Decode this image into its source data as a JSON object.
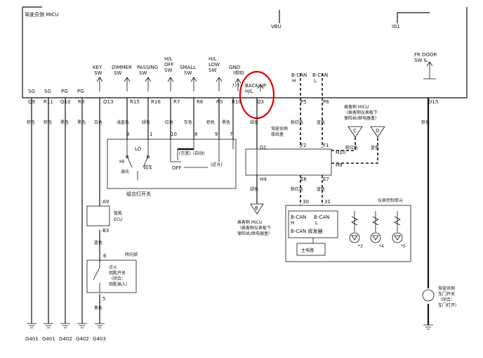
{
  "header": {
    "title": "驾驶员侧 MICU",
    "vbu": "VBU",
    "ig1": "IG1"
  },
  "switches": {
    "key_sw": [
      "KEY",
      "SW"
    ],
    "dimmer_sw": [
      "DIMMER",
      "SW"
    ],
    "passing_sw": [
      "PASSING",
      "SW"
    ],
    "hl_off_sw": [
      "H/L",
      "OFF",
      "SW"
    ],
    "small_sw": [
      "SMALL",
      "SW"
    ],
    "hl_low_sw": [
      "H/L",
      "LOW",
      "SW"
    ],
    "gnd": [
      "GND",
      "（照明）"
    ],
    "backup": [
      "BACK-UP",
      "H/L"
    ],
    "bcan_h": [
      "B-CAN",
      "H"
    ],
    "bcan_l": [
      "B-CAN",
      "L"
    ],
    "fr_door": [
      "FR DOOR",
      "SW IL"
    ]
  },
  "pins": [
    "Q9",
    "R11",
    "Q10",
    "R8",
    "Q13",
    "R15",
    "R16",
    "R7",
    "R6",
    "R5",
    "R10",
    "Q3",
    "P5",
    "P6",
    "D15",
    "??"
  ],
  "wire_colors": [
    "棕色",
    "棕色",
    "黑色",
    "黑色",
    "白色",
    "浅蓝色",
    "绿色",
    "红色",
    "灰色",
    "棕色",
    "黑色",
    "绿色",
    "粉红色",
    "蓝色",
    "棕色"
  ],
  "top_labels": [
    "SG",
    "SG",
    "PG",
    "PG"
  ],
  "combo_switch": {
    "label": "组合灯开关",
    "pins": [
      "3",
      "1",
      "10",
      "8",
      "9",
      "7"
    ],
    "hi": "HI",
    "lo": "LO",
    "dimmer": "调光",
    "passing": "超车",
    "off": "OFF",
    "auto": "(自动)",
    "small": "(示宽)",
    "low": "(近光)"
  },
  "ecu": {
    "top_pin": "A9",
    "label": [
      "智能",
      "ECU"
    ],
    "bottom_pin": "B3",
    "wire": "蓝色"
  },
  "steering": {
    "title": "转向锁",
    "pin_top": "6",
    "text": [
      "点火",
      "钥匙开关",
      "（闭合：",
      "钥匙插入）"
    ],
    "pin_bottom": "5",
    "wire": "黑色"
  },
  "junction": {
    "d1": "D1",
    "title": [
      "驾驶员侧",
      "接线盒"
    ],
    "f2": "F2",
    "f1": "F1",
    "h10": "H10",
    "h9": "H9",
    "h4": "H4",
    "e6": "E6",
    "e7": "E7",
    "wire_h4": "绿色",
    "wire_e6": "粉红色",
    "wire_e7": "蓝色",
    "wire_h10": "粉红色",
    "wire_h9": "蓝色"
  },
  "passenger_micu_top": {
    "text": [
      "乘客侧 MICU",
      "（乘客侧仪表板下",
      "保险丝/继电器盒）"
    ],
    "c": "C",
    "d": "D"
  },
  "passenger_micu_bottom": {
    "b": "B",
    "text": [
      "乘客侧 MICU",
      "（乘客侧仪表板下",
      "保险丝/继电器盒）"
    ]
  },
  "gauge": {
    "title": "仪表控制单元",
    "pin30": "30",
    "pin31": "31",
    "can_h": [
      "B-CAN",
      "H"
    ],
    "can_l": [
      "B-CAN",
      "L"
    ],
    "transceiver": "B-CAN 收发器",
    "main": "主电路",
    "leds": [
      "*3",
      "*4",
      "*5"
    ]
  },
  "door_switch": {
    "text": [
      "驾驶员侧",
      "车门开关",
      "（闭合：",
      "车门打开）"
    ]
  },
  "grounds": [
    "G401",
    "G401",
    "G402",
    "G402",
    "G403"
  ],
  "gnd_pin": "777"
}
